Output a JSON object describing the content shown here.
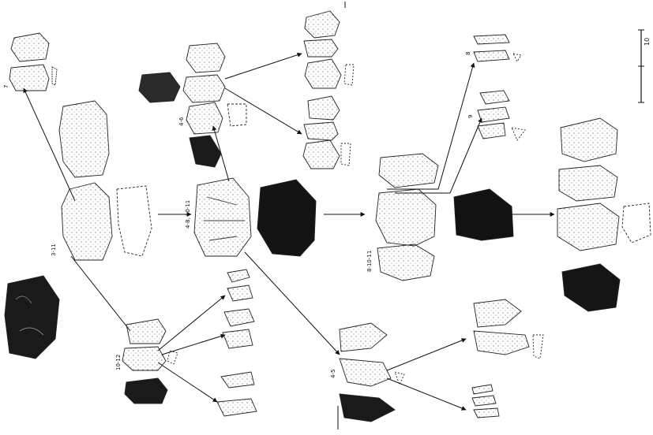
{
  "figure": {
    "scale_label": "10",
    "labels": {
      "l7": "7",
      "l3_11": "3-11",
      "l4_8_10_11": "4-8, 10-11",
      "l4_6": "4-6",
      "l8_10_11": "8-10-11",
      "l10_12": "10-12",
      "l4_5": "4-5",
      "l8": "8",
      "l9": "9"
    }
  }
}
